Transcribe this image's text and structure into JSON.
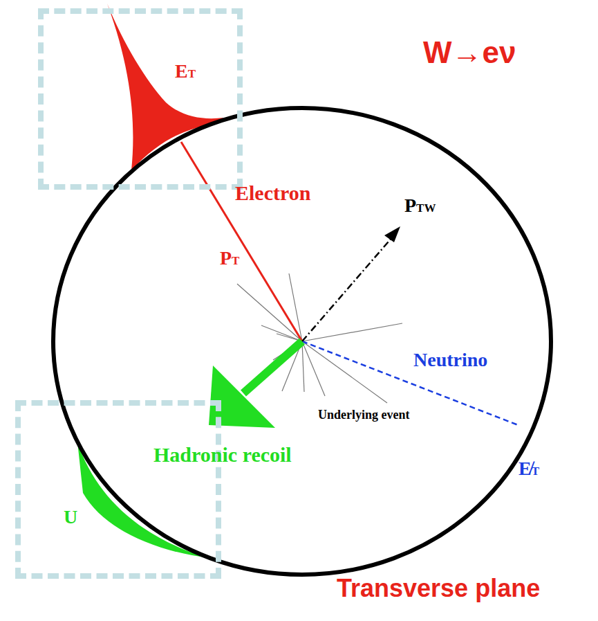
{
  "diagram": {
    "nodes": [
      {
        "text": [
          "ET"
        ]
      },
      {
        "text": [
          "U"
        ]
      }
    ],
    "labels": [
      "W→eν",
      "Electron",
      "PT",
      "PTW",
      "Neutrino",
      "Underlying event",
      "Hadronic recoil",
      "E̸T",
      "Transverse plane"
    ]
  }
}
